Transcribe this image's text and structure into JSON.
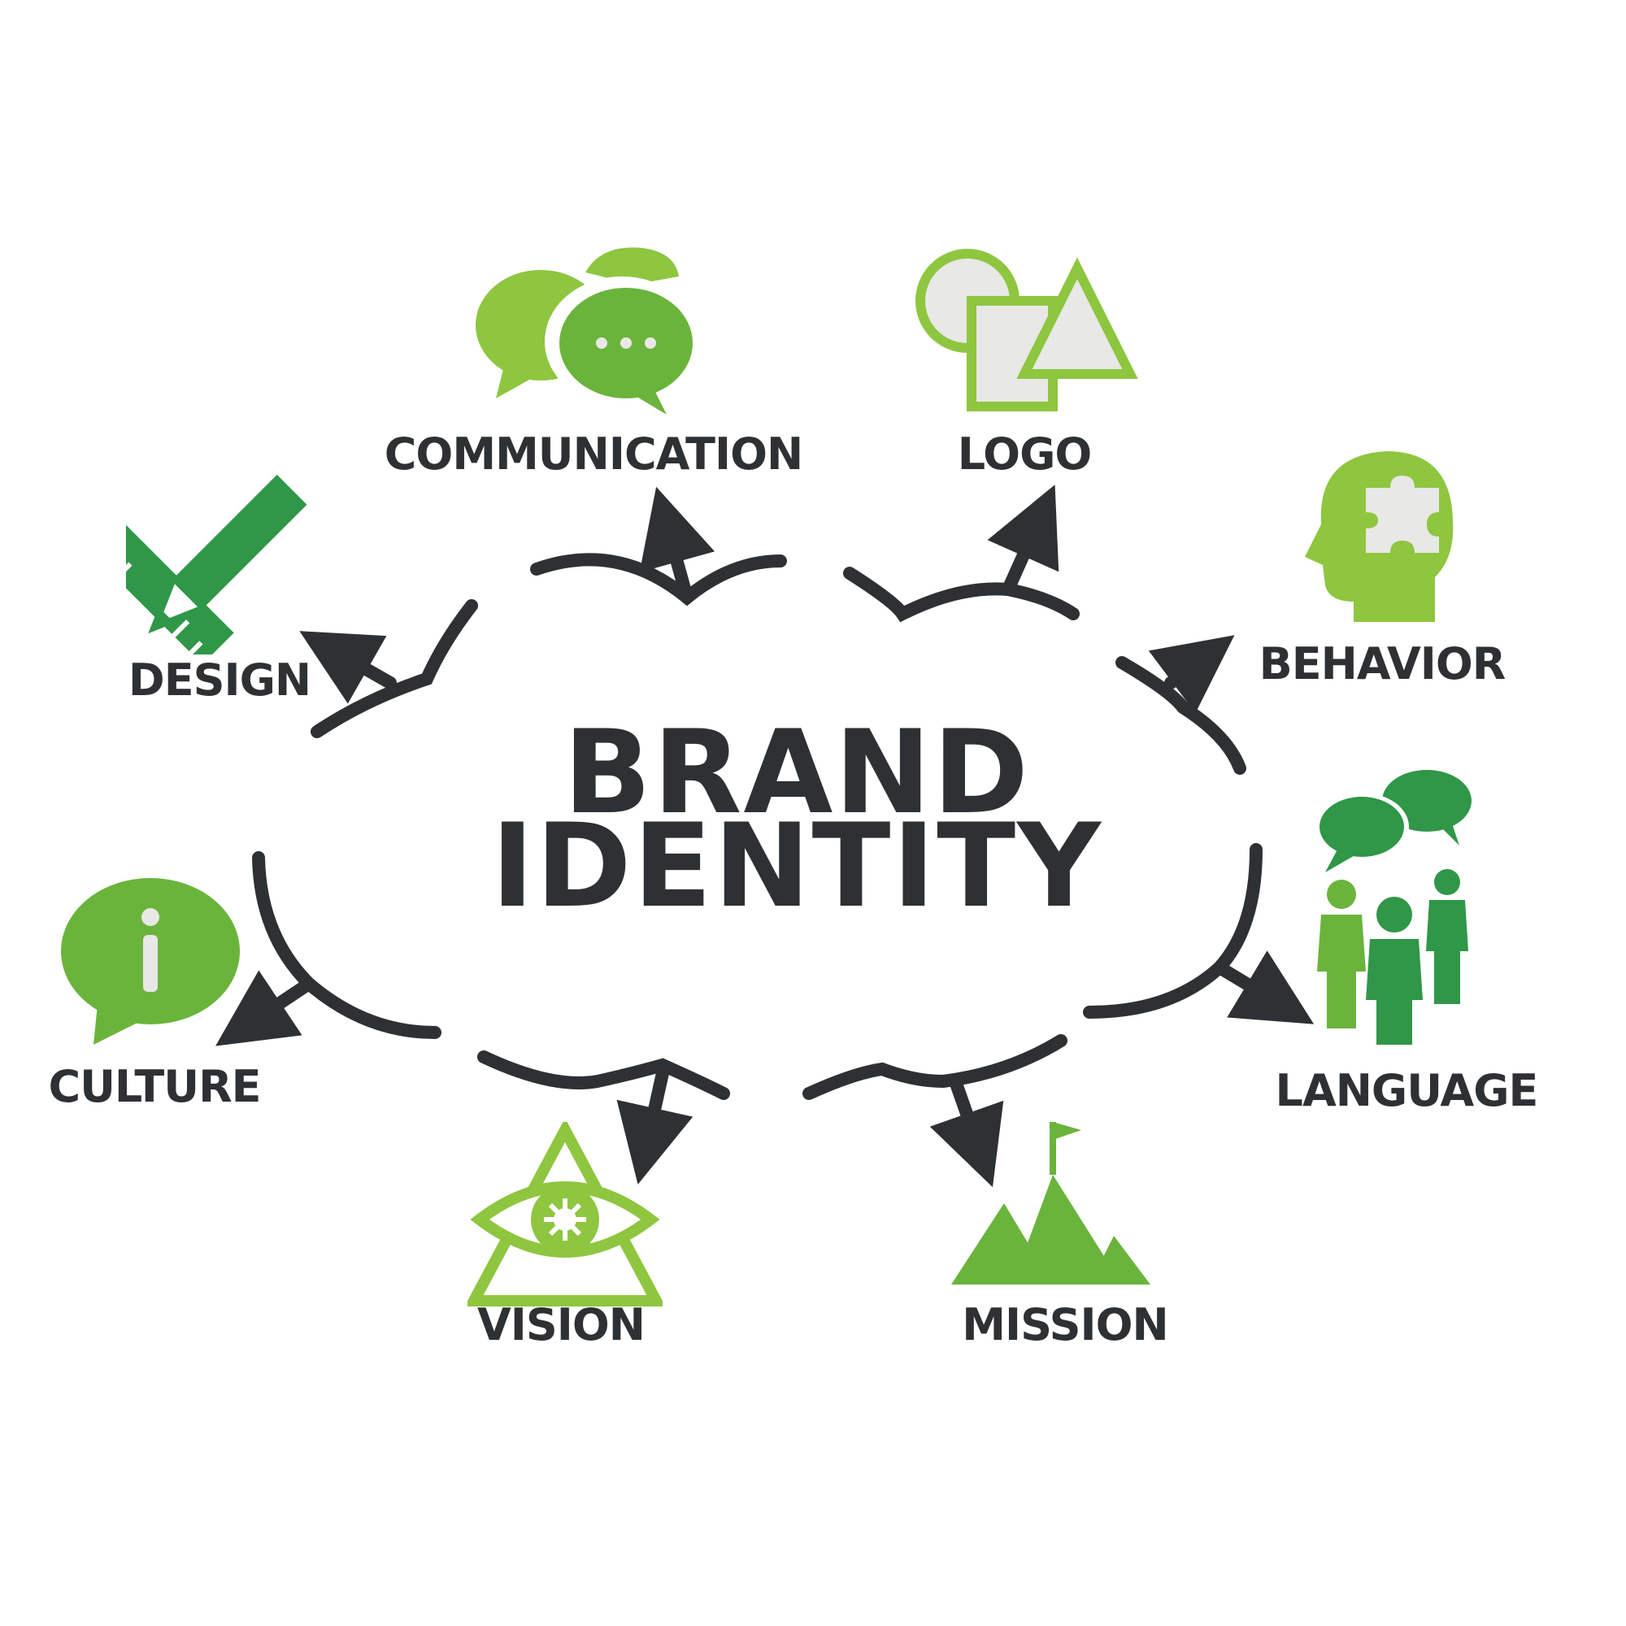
{
  "title": {
    "line1": "BRAND",
    "line2": "IDENTITY"
  },
  "nodes": [
    {
      "key": "communication",
      "label": "COMMUNICATION",
      "icon": "speech-bubbles-icon"
    },
    {
      "key": "logo",
      "label": "LOGO",
      "icon": "shapes-icon"
    },
    {
      "key": "behavior",
      "label": "BEHAVIOR",
      "icon": "head-puzzle-icon"
    },
    {
      "key": "language",
      "label": "LANGUAGE",
      "icon": "people-talking-icon"
    },
    {
      "key": "mission",
      "label": "MISSION",
      "icon": "mountain-flag-icon"
    },
    {
      "key": "vision",
      "label": "VISION",
      "icon": "eye-triangle-icon"
    },
    {
      "key": "culture",
      "label": "CULTURE",
      "icon": "info-bubble-icon"
    },
    {
      "key": "design",
      "label": "DESIGN",
      "icon": "pencil-ruler-icon"
    }
  ],
  "colors": {
    "text": "#2e3133",
    "arrow": "#2e3133",
    "green_light": "#8ec63f",
    "green_mid": "#6ab43c",
    "green_dark": "#2f9747",
    "icon_fill_light": "#e8e8e6"
  }
}
